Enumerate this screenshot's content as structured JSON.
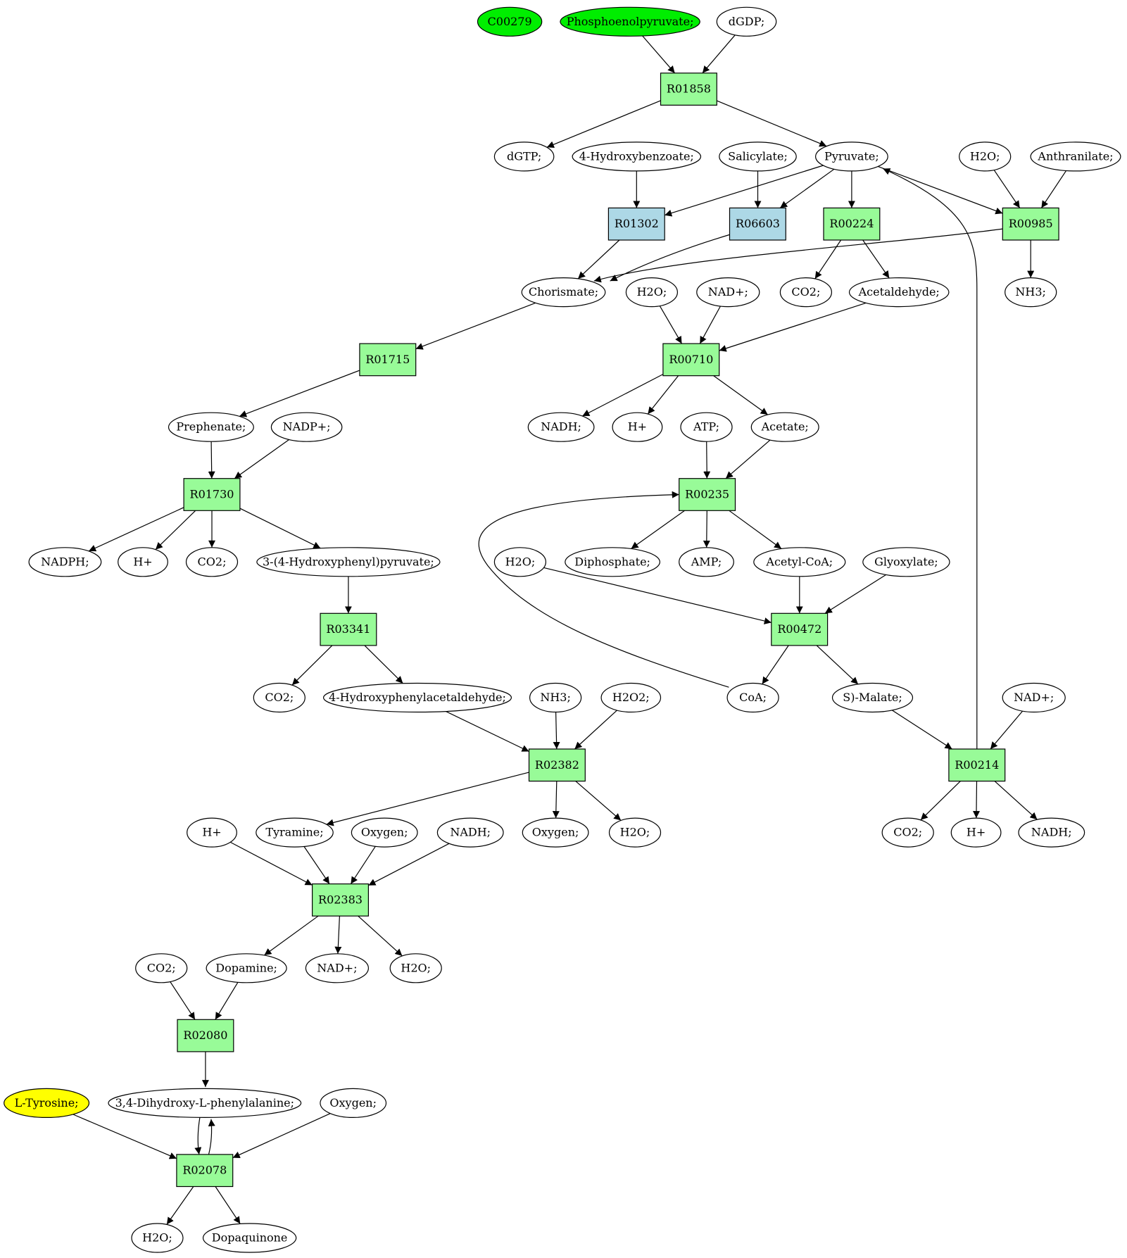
{
  "colors": {
    "compound": "#ffffff",
    "reaction": "#98fb98",
    "reaction_alt": "#add8e6",
    "source": "#00ee00",
    "target": "#ffff00",
    "edge": "#000000"
  },
  "nodes": [
    {
      "id": "c00279",
      "kind": "compound",
      "label": "C00279",
      "fill": "source"
    },
    {
      "id": "pep",
      "kind": "compound",
      "label": "Phosphoenolpyruvate;",
      "fill": "source"
    },
    {
      "id": "dgdp",
      "kind": "compound",
      "label": "dGDP;"
    },
    {
      "id": "r01858",
      "kind": "reaction",
      "label": "R01858",
      "fill": "reaction"
    },
    {
      "id": "dgtp",
      "kind": "compound",
      "label": "dGTP;"
    },
    {
      "id": "hbz",
      "kind": "compound",
      "label": "4-Hydroxybenzoate;"
    },
    {
      "id": "sal",
      "kind": "compound",
      "label": "Salicylate;"
    },
    {
      "id": "pyr",
      "kind": "compound",
      "label": "Pyruvate;"
    },
    {
      "id": "h2o_a",
      "kind": "compound",
      "label": "H2O;"
    },
    {
      "id": "anth",
      "kind": "compound",
      "label": "Anthranilate;"
    },
    {
      "id": "r01302",
      "kind": "reaction",
      "label": "R01302",
      "fill": "reaction_alt"
    },
    {
      "id": "r06603",
      "kind": "reaction",
      "label": "R06603",
      "fill": "reaction_alt"
    },
    {
      "id": "r00224",
      "kind": "reaction",
      "label": "R00224",
      "fill": "reaction"
    },
    {
      "id": "r00985",
      "kind": "reaction",
      "label": "R00985",
      "fill": "reaction"
    },
    {
      "id": "chor",
      "kind": "compound",
      "label": "Chorismate;"
    },
    {
      "id": "h2o_b",
      "kind": "compound",
      "label": "H2O;"
    },
    {
      "id": "nad_a",
      "kind": "compound",
      "label": "NAD+;"
    },
    {
      "id": "co2_a",
      "kind": "compound",
      "label": "CO2;"
    },
    {
      "id": "acald",
      "kind": "compound",
      "label": "Acetaldehyde;"
    },
    {
      "id": "nh3_a",
      "kind": "compound",
      "label": "NH3;"
    },
    {
      "id": "r01715",
      "kind": "reaction",
      "label": "R01715",
      "fill": "reaction"
    },
    {
      "id": "r00710",
      "kind": "reaction",
      "label": "R00710",
      "fill": "reaction"
    },
    {
      "id": "preph",
      "kind": "compound",
      "label": "Prephenate;"
    },
    {
      "id": "nadp",
      "kind": "compound",
      "label": "NADP+;"
    },
    {
      "id": "nadh_a",
      "kind": "compound",
      "label": "NADH;"
    },
    {
      "id": "h_a",
      "kind": "compound",
      "label": "H+"
    },
    {
      "id": "atp",
      "kind": "compound",
      "label": "ATP;"
    },
    {
      "id": "acet",
      "kind": "compound",
      "label": "Acetate;"
    },
    {
      "id": "r01730",
      "kind": "reaction",
      "label": "R01730",
      "fill": "reaction"
    },
    {
      "id": "r00235",
      "kind": "reaction",
      "label": "R00235",
      "fill": "reaction"
    },
    {
      "id": "nadph",
      "kind": "compound",
      "label": "NADPH;"
    },
    {
      "id": "h_b",
      "kind": "compound",
      "label": "H+"
    },
    {
      "id": "co2_b",
      "kind": "compound",
      "label": "CO2;"
    },
    {
      "id": "hpp",
      "kind": "compound",
      "label": "3-(4-Hydroxyphenyl)pyruvate;"
    },
    {
      "id": "h2o_c",
      "kind": "compound",
      "label": "H2O;"
    },
    {
      "id": "dipho",
      "kind": "compound",
      "label": "Diphosphate;"
    },
    {
      "id": "amp",
      "kind": "compound",
      "label": "AMP;"
    },
    {
      "id": "accoa",
      "kind": "compound",
      "label": "Acetyl-CoA;"
    },
    {
      "id": "glyox",
      "kind": "compound",
      "label": "Glyoxylate;"
    },
    {
      "id": "r03341",
      "kind": "reaction",
      "label": "R03341",
      "fill": "reaction"
    },
    {
      "id": "r00472",
      "kind": "reaction",
      "label": "R00472",
      "fill": "reaction"
    },
    {
      "id": "co2_c",
      "kind": "compound",
      "label": "CO2;"
    },
    {
      "id": "hpa",
      "kind": "compound",
      "label": "4-Hydroxyphenylacetaldehyde;"
    },
    {
      "id": "nh3_b",
      "kind": "compound",
      "label": "NH3;"
    },
    {
      "id": "h2o2",
      "kind": "compound",
      "label": "H2O2;"
    },
    {
      "id": "coa",
      "kind": "compound",
      "label": "CoA;"
    },
    {
      "id": "smal",
      "kind": "compound",
      "label": "S)-Malate;"
    },
    {
      "id": "nad_b",
      "kind": "compound",
      "label": "NAD+;"
    },
    {
      "id": "r02382",
      "kind": "reaction",
      "label": "R02382",
      "fill": "reaction"
    },
    {
      "id": "r00214",
      "kind": "reaction",
      "label": "R00214",
      "fill": "reaction"
    },
    {
      "id": "h_c",
      "kind": "compound",
      "label": "H+"
    },
    {
      "id": "tyra",
      "kind": "compound",
      "label": "Tyramine;"
    },
    {
      "id": "oxy_a",
      "kind": "compound",
      "label": "Oxygen;"
    },
    {
      "id": "nadh_b",
      "kind": "compound",
      "label": "NADH;"
    },
    {
      "id": "oxy_b",
      "kind": "compound",
      "label": "Oxygen;"
    },
    {
      "id": "h2o_d",
      "kind": "compound",
      "label": "H2O;"
    },
    {
      "id": "co2_d",
      "kind": "compound",
      "label": "CO2;"
    },
    {
      "id": "h_d",
      "kind": "compound",
      "label": "H+"
    },
    {
      "id": "nadh_c",
      "kind": "compound",
      "label": "NADH;"
    },
    {
      "id": "r02383",
      "kind": "reaction",
      "label": "R02383",
      "fill": "reaction"
    },
    {
      "id": "co2_e",
      "kind": "compound",
      "label": "CO2;"
    },
    {
      "id": "dopa",
      "kind": "compound",
      "label": "Dopamine;"
    },
    {
      "id": "nad_c",
      "kind": "compound",
      "label": "NAD+;"
    },
    {
      "id": "h2o_e",
      "kind": "compound",
      "label": "H2O;"
    },
    {
      "id": "r02080",
      "kind": "reaction",
      "label": "R02080",
      "fill": "reaction"
    },
    {
      "id": "ltyr",
      "kind": "compound",
      "label": "L-Tyrosine;",
      "fill": "target"
    },
    {
      "id": "ldopa",
      "kind": "compound",
      "label": "3,4-Dihydroxy-L-phenylalanine;"
    },
    {
      "id": "oxy_c",
      "kind": "compound",
      "label": "Oxygen;"
    },
    {
      "id": "r02078",
      "kind": "reaction",
      "label": "R02078",
      "fill": "reaction"
    },
    {
      "id": "h2o_f",
      "kind": "compound",
      "label": "H2O;"
    },
    {
      "id": "dopaq",
      "kind": "compound",
      "label": "Dopaquinone"
    }
  ],
  "edges": [
    {
      "from": "pep",
      "to": "r01858"
    },
    {
      "from": "dgdp",
      "to": "r01858"
    },
    {
      "from": "r01858",
      "to": "dgtp"
    },
    {
      "from": "r01858",
      "to": "pyr"
    },
    {
      "from": "hbz",
      "to": "r01302"
    },
    {
      "from": "pyr",
      "to": "r01302"
    },
    {
      "from": "sal",
      "to": "r06603"
    },
    {
      "from": "pyr",
      "to": "r06603"
    },
    {
      "from": "pyr",
      "to": "r00224"
    },
    {
      "from": "pyr",
      "to": "r00985"
    },
    {
      "from": "h2o_a",
      "to": "r00985"
    },
    {
      "from": "anth",
      "to": "r00985"
    },
    {
      "from": "r01302",
      "to": "chor"
    },
    {
      "from": "r06603",
      "to": "chor"
    },
    {
      "from": "r00985",
      "to": "chor"
    },
    {
      "from": "r00985",
      "to": "nh3_a"
    },
    {
      "from": "r00224",
      "to": "co2_a"
    },
    {
      "from": "r00224",
      "to": "acald"
    },
    {
      "from": "chor",
      "to": "r01715"
    },
    {
      "from": "h2o_b",
      "to": "r00710"
    },
    {
      "from": "nad_a",
      "to": "r00710"
    },
    {
      "from": "acald",
      "to": "r00710"
    },
    {
      "from": "r01715",
      "to": "preph"
    },
    {
      "from": "r00710",
      "to": "nadh_a"
    },
    {
      "from": "r00710",
      "to": "h_a"
    },
    {
      "from": "r00710",
      "to": "acet"
    },
    {
      "from": "preph",
      "to": "r01730"
    },
    {
      "from": "nadp",
      "to": "r01730"
    },
    {
      "from": "atp",
      "to": "r00235"
    },
    {
      "from": "acet",
      "to": "r00235"
    },
    {
      "from": "r01730",
      "to": "nadph"
    },
    {
      "from": "r01730",
      "to": "h_b"
    },
    {
      "from": "r01730",
      "to": "co2_b"
    },
    {
      "from": "r01730",
      "to": "hpp"
    },
    {
      "from": "r00235",
      "to": "dipho"
    },
    {
      "from": "r00235",
      "to": "amp"
    },
    {
      "from": "r00235",
      "to": "accoa"
    },
    {
      "from": "hpp",
      "to": "r03341"
    },
    {
      "from": "h2o_c",
      "to": "r00472"
    },
    {
      "from": "accoa",
      "to": "r00472"
    },
    {
      "from": "glyox",
      "to": "r00472"
    },
    {
      "from": "r03341",
      "to": "co2_c"
    },
    {
      "from": "r03341",
      "to": "hpa"
    },
    {
      "from": "r00472",
      "to": "coa"
    },
    {
      "from": "r00472",
      "to": "smal"
    },
    {
      "from": "coa",
      "to": "r00235"
    },
    {
      "from": "hpa",
      "to": "r02382"
    },
    {
      "from": "nh3_b",
      "to": "r02382"
    },
    {
      "from": "h2o2",
      "to": "r02382"
    },
    {
      "from": "smal",
      "to": "r00214"
    },
    {
      "from": "nad_b",
      "to": "r00214"
    },
    {
      "from": "r00214",
      "to": "pyr"
    },
    {
      "from": "r02382",
      "to": "tyra"
    },
    {
      "from": "r02382",
      "to": "oxy_b"
    },
    {
      "from": "r02382",
      "to": "h2o_d"
    },
    {
      "from": "r00214",
      "to": "co2_d"
    },
    {
      "from": "r00214",
      "to": "h_d"
    },
    {
      "from": "r00214",
      "to": "nadh_c"
    },
    {
      "from": "h_c",
      "to": "r02383"
    },
    {
      "from": "tyra",
      "to": "r02383"
    },
    {
      "from": "oxy_a",
      "to": "r02383"
    },
    {
      "from": "nadh_b",
      "to": "r02383"
    },
    {
      "from": "r02383",
      "to": "dopa"
    },
    {
      "from": "r02383",
      "to": "nad_c"
    },
    {
      "from": "r02383",
      "to": "h2o_e"
    },
    {
      "from": "co2_e",
      "to": "r02080"
    },
    {
      "from": "dopa",
      "to": "r02080"
    },
    {
      "from": "r02080",
      "to": "ldopa"
    },
    {
      "from": "ltyr",
      "to": "r02078"
    },
    {
      "from": "ldopa",
      "to": "r02078"
    },
    {
      "from": "oxy_c",
      "to": "r02078"
    },
    {
      "from": "r02078",
      "to": "ldopa"
    },
    {
      "from": "r02078",
      "to": "h2o_f"
    },
    {
      "from": "r02078",
      "to": "dopaq"
    }
  ]
}
